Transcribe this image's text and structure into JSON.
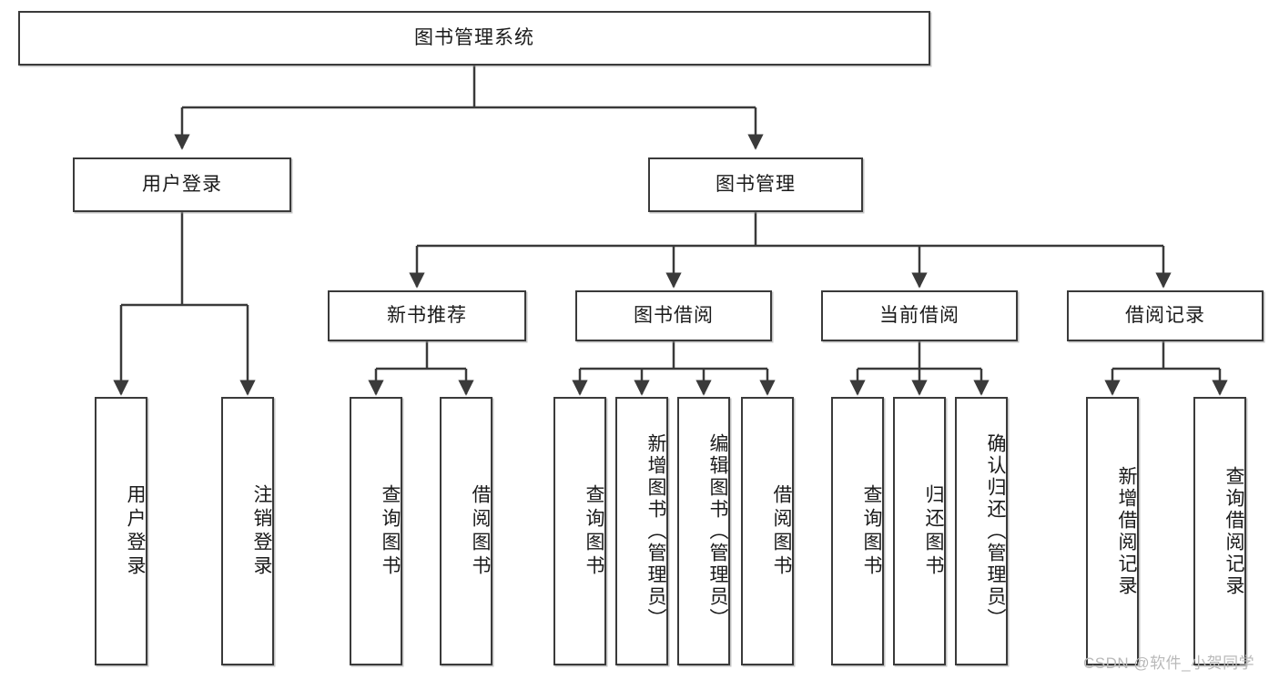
{
  "diagram": {
    "title": "图书管理系统",
    "root": {
      "label": "图书管理系统"
    },
    "level2": [
      {
        "label": "用户登录"
      },
      {
        "label": "图书管理"
      }
    ],
    "level3": [
      {
        "label": "新书推荐"
      },
      {
        "label": "图书借阅"
      },
      {
        "label": "当前借阅"
      },
      {
        "label": "借阅记录"
      }
    ],
    "leaves": {
      "user_login": [
        {
          "label": "用户登录"
        },
        {
          "label": "注销登录"
        }
      ],
      "new_book_recommend": [
        {
          "label": "查询图书"
        },
        {
          "label": "借阅图书"
        }
      ],
      "book_borrow": [
        {
          "label": "查询图书"
        },
        {
          "label": "新增图书（管理员）"
        },
        {
          "label": "编辑图书（管理员）"
        },
        {
          "label": "借阅图书"
        }
      ],
      "current_borrow": [
        {
          "label": "查询图书"
        },
        {
          "label": "归还图书"
        },
        {
          "label": "确认归还（管理员）"
        }
      ],
      "borrow_record": [
        {
          "label": "新增借阅记录"
        },
        {
          "label": "查询借阅记录"
        }
      ]
    },
    "watermark": "CSDN @软件_小贺同学",
    "colors": {
      "stroke": "#3a3a3a",
      "background": "#ffffff",
      "text": "#1a1a1a",
      "watermark": "#b9b9b9"
    }
  }
}
